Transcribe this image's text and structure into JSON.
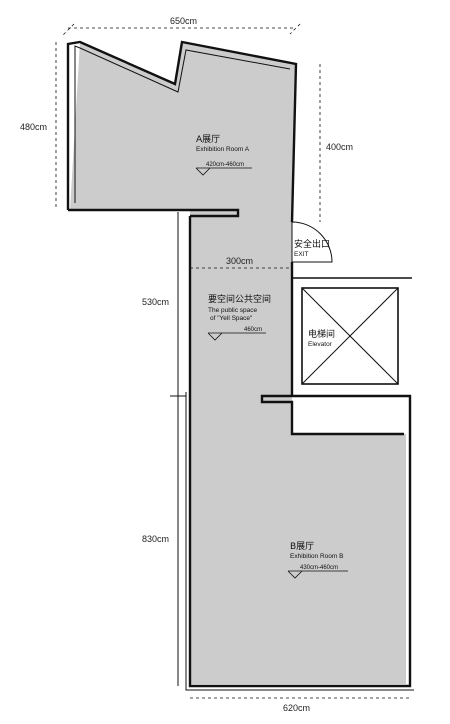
{
  "dimensions": {
    "top_width": "650cm",
    "left_height_a": "480cm",
    "right_height_a": "400cm",
    "corridor_width": "300cm",
    "corridor_height": "530cm",
    "left_height_b": "830cm",
    "bottom_width": "620cm"
  },
  "room_a": {
    "name_zh": "A展厅",
    "name_en": "Exhibition Room A",
    "height": "420cm-460cm"
  },
  "public_space": {
    "name_zh": "要空间公共空间",
    "name_en_line1": "The public space",
    "name_en_line2": "of \"Yell Space\"",
    "height": "460cm"
  },
  "exit": {
    "label_zh": "安全出口",
    "label_en": "EXIT"
  },
  "elevator": {
    "label_zh": "电梯间",
    "label_en": "Elevator"
  },
  "room_b": {
    "name_zh": "B展厅",
    "name_en": "Exhibition Room B",
    "height": "430cm-460cm"
  },
  "colors": {
    "floor_fill": "#cccccc",
    "wall": "#111111"
  }
}
